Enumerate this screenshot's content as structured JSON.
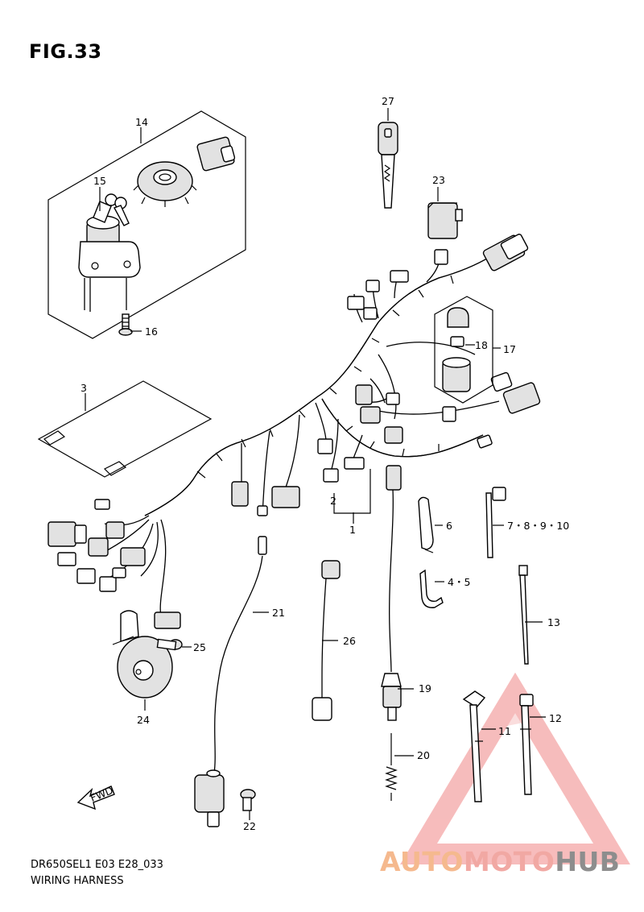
{
  "figure": {
    "title": "FIG.33",
    "model_code": "DR650SEL1 E03 E28_033",
    "caption": "WIRING HARNESS",
    "fwd_label": "FWD"
  },
  "watermark": {
    "part1": "AUTO",
    "part2": "MOTO",
    "part3": "HUB",
    "colors": {
      "auto": "#f5b98e",
      "moto": "#f1a8a3",
      "hub": "#8d8d8d",
      "triangle": "#f4a6a6"
    }
  },
  "callouts": {
    "c1": "1",
    "c2": "2",
    "c3": "3",
    "c4_5": "4・5",
    "c6": "6",
    "c7_10": "7・8・9・10",
    "c11": "11",
    "c12": "12",
    "c13": "13",
    "c14": "14",
    "c15": "15",
    "c16": "16",
    "c17": "17",
    "c18": "18",
    "c19": "19",
    "c20": "20",
    "c21": "21",
    "c22": "22",
    "c23": "23",
    "c24": "24",
    "c25": "25",
    "c26": "26",
    "c27": "27"
  }
}
